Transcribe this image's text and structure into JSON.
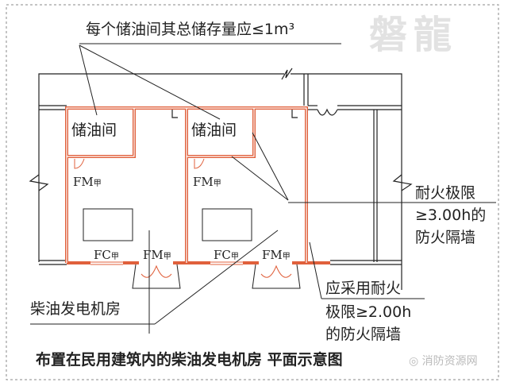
{
  "top_note": "每个储油间其总储存量应≤1m³",
  "watermark": "磐龍",
  "rooms": {
    "storage_left": "储油间",
    "storage_right": "储油间"
  },
  "doors": {
    "fm": "FM",
    "fc": "FC",
    "grade": "甲"
  },
  "right_note": [
    "耐火极限",
    "≥3.00h的",
    "防火隔墙"
  ],
  "lower_note": [
    "应采用耐火",
    "极限≥2.00h",
    "的防火隔墙"
  ],
  "genset_label": "柴油发电机房",
  "caption": "布置在民用建筑内的柴油发电机房  平面示意图",
  "source_badge": "消防资源网",
  "colors": {
    "fire_wall": "#e0603c",
    "line": "#222222"
  }
}
